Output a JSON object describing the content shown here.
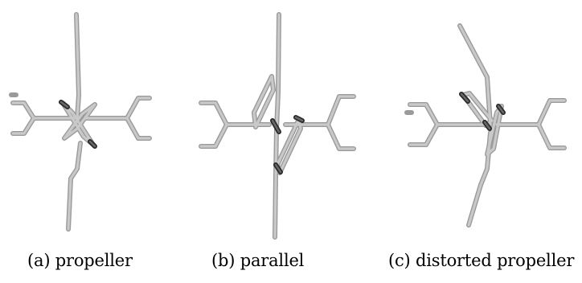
{
  "panels": [
    {
      "id": "a",
      "caption": "(a) propeller"
    },
    {
      "id": "b",
      "caption": "(b) parallel"
    },
    {
      "id": "c",
      "caption": "(c) distorted propeller"
    }
  ],
  "colors": {
    "bond_light": "#bdbdbd",
    "bond_outline": "#9a9a9a",
    "bond_dark": "#2b2b2b",
    "caption_text": "#000000",
    "background": "#ffffff"
  }
}
